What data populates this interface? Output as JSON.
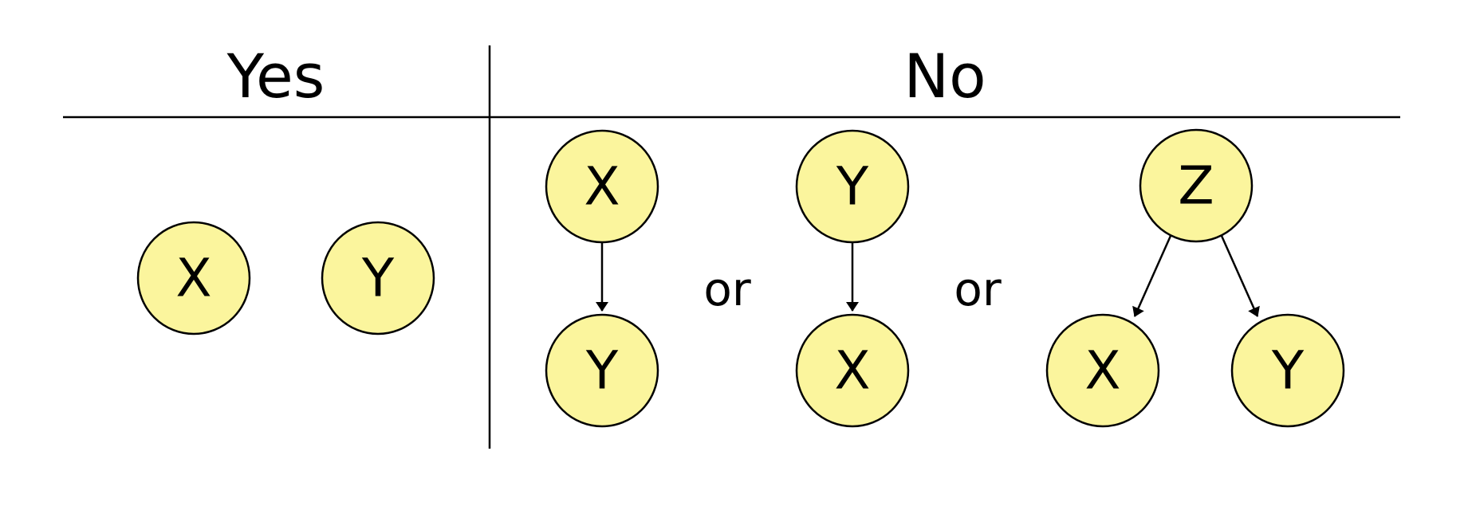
{
  "header": {
    "yes_label": "Yes",
    "no_label": "No"
  },
  "colors": {
    "node_fill": "#fbf59d",
    "line": "#000000"
  },
  "yes_section": {
    "nodes": [
      {
        "label": "X"
      },
      {
        "label": "Y"
      }
    ]
  },
  "no_section": {
    "separator_1": "or",
    "separator_2": "or",
    "case_1": {
      "top": "X",
      "bottom": "Y"
    },
    "case_2": {
      "top": "Y",
      "bottom": "X"
    },
    "case_3": {
      "top": "Z",
      "left": "X",
      "right": "Y"
    }
  }
}
